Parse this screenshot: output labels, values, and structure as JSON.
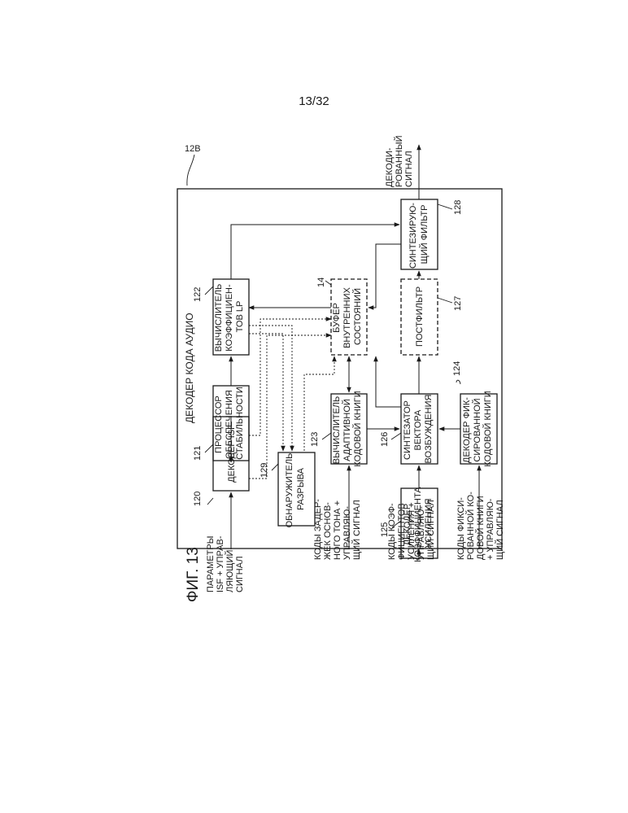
{
  "page_number": "13/32",
  "figure_label": "ФИГ. 13",
  "decoder": {
    "ref": "12B",
    "title": "ДЕКОДЕР КОДА АУДИО"
  },
  "blocks": {
    "isf_decoder": {
      "ref": "120",
      "lines": [
        "ДЕКОДЕР ISF"
      ]
    },
    "stability_processor": {
      "ref": "121",
      "lines": [
        "ПРОЦЕССОР",
        "ОБЕСПЕЧЕНИЯ",
        "СТАБИЛЬНОСТИ"
      ]
    },
    "lp_calculator": {
      "ref": "122",
      "lines": [
        "ВЫЧИСЛИТЕЛЬ",
        "КОЭФФИЦИЕН-",
        "ТОВ LP"
      ]
    },
    "state_buffer": {
      "ref": "14",
      "lines": [
        "БУФЕР",
        "ВНУТРЕННИХ",
        "СОСТОЯНИЙ"
      ]
    },
    "adaptive_codebook": {
      "ref": "123",
      "lines": [
        "ВЫЧИСЛИТЕЛЬ",
        "АДАПТИВНОЙ",
        "КОДОВОЙ КНИГИ"
      ]
    },
    "gap_detector": {
      "ref": "129",
      "lines": [
        "ОБНАРУЖИТЕЛЬ",
        "РАЗРЫВА"
      ]
    },
    "excitation_synth": {
      "ref": "126",
      "lines": [
        "СИНТЕЗАТОР",
        "ВЕКТОРА",
        "ВОЗБУЖДЕНИЯ"
      ]
    },
    "gain_decoder": {
      "ref": "125",
      "lines": [
        "ДЕКОДЕР",
        "КОЭФФИЦИЕНТА",
        "УСИЛЕНИЯ"
      ]
    },
    "fixed_codebook": {
      "ref": "124",
      "lines": [
        "ДЕКОДЕР ФИК-",
        "СИРОВАННОЙ",
        "КОДОВОЙ КНИГИ"
      ]
    },
    "postfilter": {
      "ref": "127",
      "lines": [
        "ПОСТФИЛЬТР"
      ]
    },
    "synth_filter": {
      "ref": "128",
      "lines": [
        "СИНТЕЗИРУЮ-",
        "ЩИЙ ФИЛЬТР"
      ]
    }
  },
  "inputs": {
    "isf_params": [
      "ПАРАМЕТРЫ",
      "ISF + УПРАВ-",
      "ЛЯЮЩИЙ",
      "СИГНАЛ"
    ],
    "pitch_lag": [
      "КОДЫ ЗАДЕР-",
      "ЖЕК ОСНОВ-",
      "НОГО ТОНА +",
      "УПРАВЛЯЮ-",
      "ЩИЙ СИГНАЛ"
    ],
    "gain_codes": [
      "КОДЫ КОЭФ-",
      "ФИЦИЕНТОВ",
      "УСИЛЕНИЯ +",
      "УПРАВЛЯЮ-",
      "ЩИЙ СИГНАЛ"
    ],
    "fixed_codebook_codes": [
      "КОДЫ ФИКСИ-",
      "РОВАННОЙ КО-",
      "ДОВОЙ КНИГИ",
      "+ УПРАВЛЯЮ-",
      "ЩИЙ СИГНАЛ"
    ]
  },
  "output": {
    "lines": [
      "ДЕКОДИ-",
      "РОВАННЫЙ",
      "СИГНАЛ"
    ]
  }
}
